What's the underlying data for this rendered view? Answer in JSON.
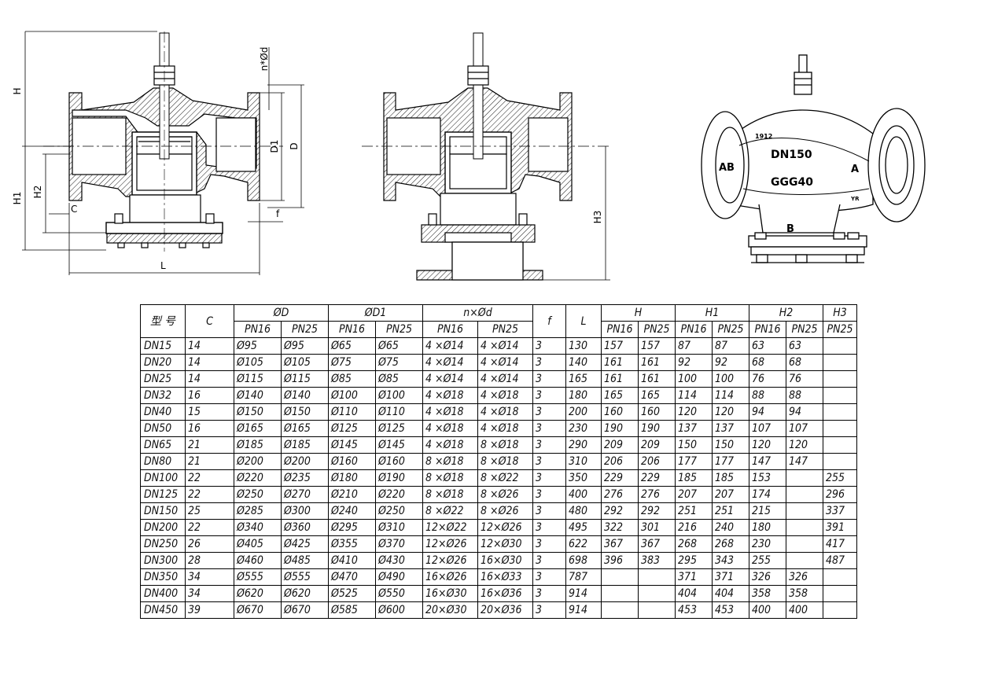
{
  "drawings": {
    "labels_left": {
      "H": "H",
      "H1": "H1",
      "H2": "H2",
      "C": "C",
      "L": "L",
      "nd": "n*Ød",
      "D1": "D1",
      "D": "D",
      "f": "f"
    },
    "labels_middle": {
      "H3": "H3"
    },
    "body_markings": {
      "top": "1912",
      "size": "DN150",
      "material": "GGG40",
      "port_ab": "AB",
      "port_a": "A",
      "port_b": "B",
      "small": "YR"
    }
  },
  "table": {
    "headers": {
      "model": "型 号",
      "c": "C",
      "d": "ØD",
      "d1": "ØD1",
      "nd": "n×Ød",
      "f": "f",
      "l": "L",
      "h": "H",
      "h1": "H1",
      "h2": "H2",
      "h3": "H3",
      "pn16": "PN16",
      "pn25": "PN25"
    },
    "rows": [
      [
        "DN15",
        "14",
        "Ø95",
        "Ø95",
        "Ø65",
        "Ø65",
        "4 ×Ø14",
        "4 ×Ø14",
        "3",
        "130",
        "157",
        "157",
        "87",
        "87",
        "63",
        "63",
        ""
      ],
      [
        "DN20",
        "14",
        "Ø105",
        "Ø105",
        "Ø75",
        "Ø75",
        "4 ×Ø14",
        "4 ×Ø14",
        "3",
        "140",
        "161",
        "161",
        "92",
        "92",
        "68",
        "68",
        ""
      ],
      [
        "DN25",
        "14",
        "Ø115",
        "Ø115",
        "Ø85",
        "Ø85",
        "4 ×Ø14",
        "4 ×Ø14",
        "3",
        "165",
        "161",
        "161",
        "100",
        "100",
        "76",
        "76",
        ""
      ],
      [
        "DN32",
        "16",
        "Ø140",
        "Ø140",
        "Ø100",
        "Ø100",
        "4 ×Ø18",
        "4 ×Ø18",
        "3",
        "180",
        "165",
        "165",
        "114",
        "114",
        "88",
        "88",
        ""
      ],
      [
        "DN40",
        "15",
        "Ø150",
        "Ø150",
        "Ø110",
        "Ø110",
        "4 ×Ø18",
        "4 ×Ø18",
        "3",
        "200",
        "160",
        "160",
        "120",
        "120",
        "94",
        "94",
        ""
      ],
      [
        "DN50",
        "16",
        "Ø165",
        "Ø165",
        "Ø125",
        "Ø125",
        "4 ×Ø18",
        "4 ×Ø18",
        "3",
        "230",
        "190",
        "190",
        "137",
        "137",
        "107",
        "107",
        ""
      ],
      [
        "DN65",
        "21",
        "Ø185",
        "Ø185",
        "Ø145",
        "Ø145",
        "4 ×Ø18",
        "8 ×Ø18",
        "3",
        "290",
        "209",
        "209",
        "150",
        "150",
        "120",
        "120",
        ""
      ],
      [
        "DN80",
        "21",
        "Ø200",
        "Ø200",
        "Ø160",
        "Ø160",
        "8 ×Ø18",
        "8 ×Ø18",
        "3",
        "310",
        "206",
        "206",
        "177",
        "177",
        "147",
        "147",
        ""
      ],
      [
        "DN100",
        "22",
        "Ø220",
        "Ø235",
        "Ø180",
        "Ø190",
        "8 ×Ø18",
        "8 ×Ø22",
        "3",
        "350",
        "229",
        "229",
        "185",
        "185",
        "153",
        "",
        "255"
      ],
      [
        "DN125",
        "22",
        "Ø250",
        "Ø270",
        "Ø210",
        "Ø220",
        "8 ×Ø18",
        "8 ×Ø26",
        "3",
        "400",
        "276",
        "276",
        "207",
        "207",
        "174",
        "",
        "296"
      ],
      [
        "DN150",
        "25",
        "Ø285",
        "Ø300",
        "Ø240",
        "Ø250",
        "8 ×Ø22",
        "8 ×Ø26",
        "3",
        "480",
        "292",
        "292",
        "251",
        "251",
        "215",
        "",
        "337"
      ],
      [
        "DN200",
        "22",
        "Ø340",
        "Ø360",
        "Ø295",
        "Ø310",
        "12×Ø22",
        "12×Ø26",
        "3",
        "495",
        "322",
        "301",
        "216",
        "240",
        "180",
        "",
        "391"
      ],
      [
        "DN250",
        "26",
        "Ø405",
        "Ø425",
        "Ø355",
        "Ø370",
        "12×Ø26",
        "12×Ø30",
        "3",
        "622",
        "367",
        "367",
        "268",
        "268",
        "230",
        "",
        "417"
      ],
      [
        "DN300",
        "28",
        "Ø460",
        "Ø485",
        "Ø410",
        "Ø430",
        "12×Ø26",
        "16×Ø30",
        "3",
        "698",
        "396",
        "383",
        "295",
        "343",
        "255",
        "",
        "487"
      ],
      [
        "DN350",
        "34",
        "Ø555",
        "Ø555",
        "Ø470",
        "Ø490",
        "16×Ø26",
        "16×Ø33",
        "3",
        "787",
        "",
        "",
        "371",
        "371",
        "326",
        "326",
        ""
      ],
      [
        "DN400",
        "34",
        "Ø620",
        "Ø620",
        "Ø525",
        "Ø550",
        "16×Ø30",
        "16×Ø36",
        "3",
        "914",
        "",
        "",
        "404",
        "404",
        "358",
        "358",
        ""
      ],
      [
        "DN450",
        "39",
        "Ø670",
        "Ø670",
        "Ø585",
        "Ø600",
        "20×Ø30",
        "20×Ø36",
        "3",
        "914",
        "",
        "",
        "453",
        "453",
        "400",
        "400",
        ""
      ]
    ]
  }
}
